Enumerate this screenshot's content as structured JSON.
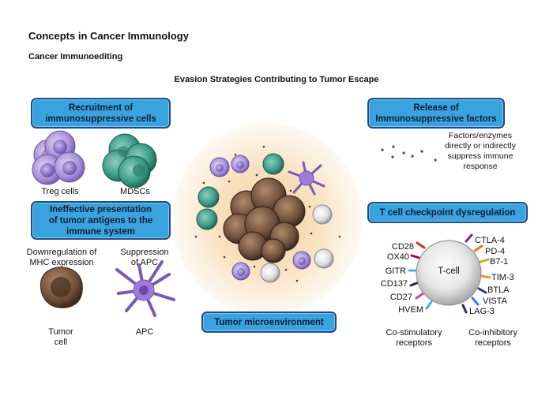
{
  "header": {
    "title": "Concepts in Cancer Immunology",
    "subtitle": "Cancer Immunoediting",
    "heading": "Evasion Strategies Contributing to Tumor Escape"
  },
  "callouts": {
    "recruitment": "Recruitment of\nimmunosuppressive cells",
    "presentation": "Ineffective presentation\nof tumor antigens to the\nimmune system",
    "release": "Release of\nImmunosuppressive factors",
    "checkpoint": "T cell checkpoint dysregulation",
    "microenvironment": "Tumor microenvironment"
  },
  "labels": {
    "treg": "Treg cells",
    "mdsc": "MDSCs",
    "downregulation": "Downregulation of\nMHC expression",
    "suppression": "Suppression\nof APC",
    "tumor_cell": "Tumor\ncell",
    "apc": "APC",
    "factors": "Factors/enzymes\ndirectly or indirectly\nsuppress immune\nresponse",
    "tcell": "T-cell",
    "costim": "Co-stimulatory\nreceptors",
    "coinhib": "Co-inhibitory\nreceptors"
  },
  "receptors": {
    "costimulatory": [
      {
        "name": "CD28",
        "color": "#d62a2a"
      },
      {
        "name": "OX40",
        "color": "#8a1a2a"
      },
      {
        "name": "GITR",
        "color": "#5aa8d8"
      },
      {
        "name": "CD137",
        "color": "#1a2a6a"
      },
      {
        "name": "CD27",
        "color": "#c84a8a"
      },
      {
        "name": "HVEM",
        "color": "#3ab0d8"
      }
    ],
    "coinhibitory": [
      {
        "name": "CTLA-4",
        "color": "#7a2a9a"
      },
      {
        "name": "PD-4",
        "color": "#e07a20"
      },
      {
        "name": "B7-1",
        "color": "#c0b020"
      },
      {
        "name": "TIM-3",
        "color": "#e89a3a"
      },
      {
        "name": "BTLA",
        "color": "#2a3a8a"
      },
      {
        "name": "VISTA",
        "color": "#3a7ad8"
      },
      {
        "name": "LAG-3",
        "color": "#2a2a5a"
      }
    ]
  },
  "colors": {
    "callout_fill": "#3aa3dd",
    "callout_border": "#1b4e86",
    "treg": "#a890d8",
    "mdsc": "#3a9a88",
    "tumor": "#7a5a44",
    "apc": "#a07ad8",
    "glow": "#f7d9a8"
  }
}
